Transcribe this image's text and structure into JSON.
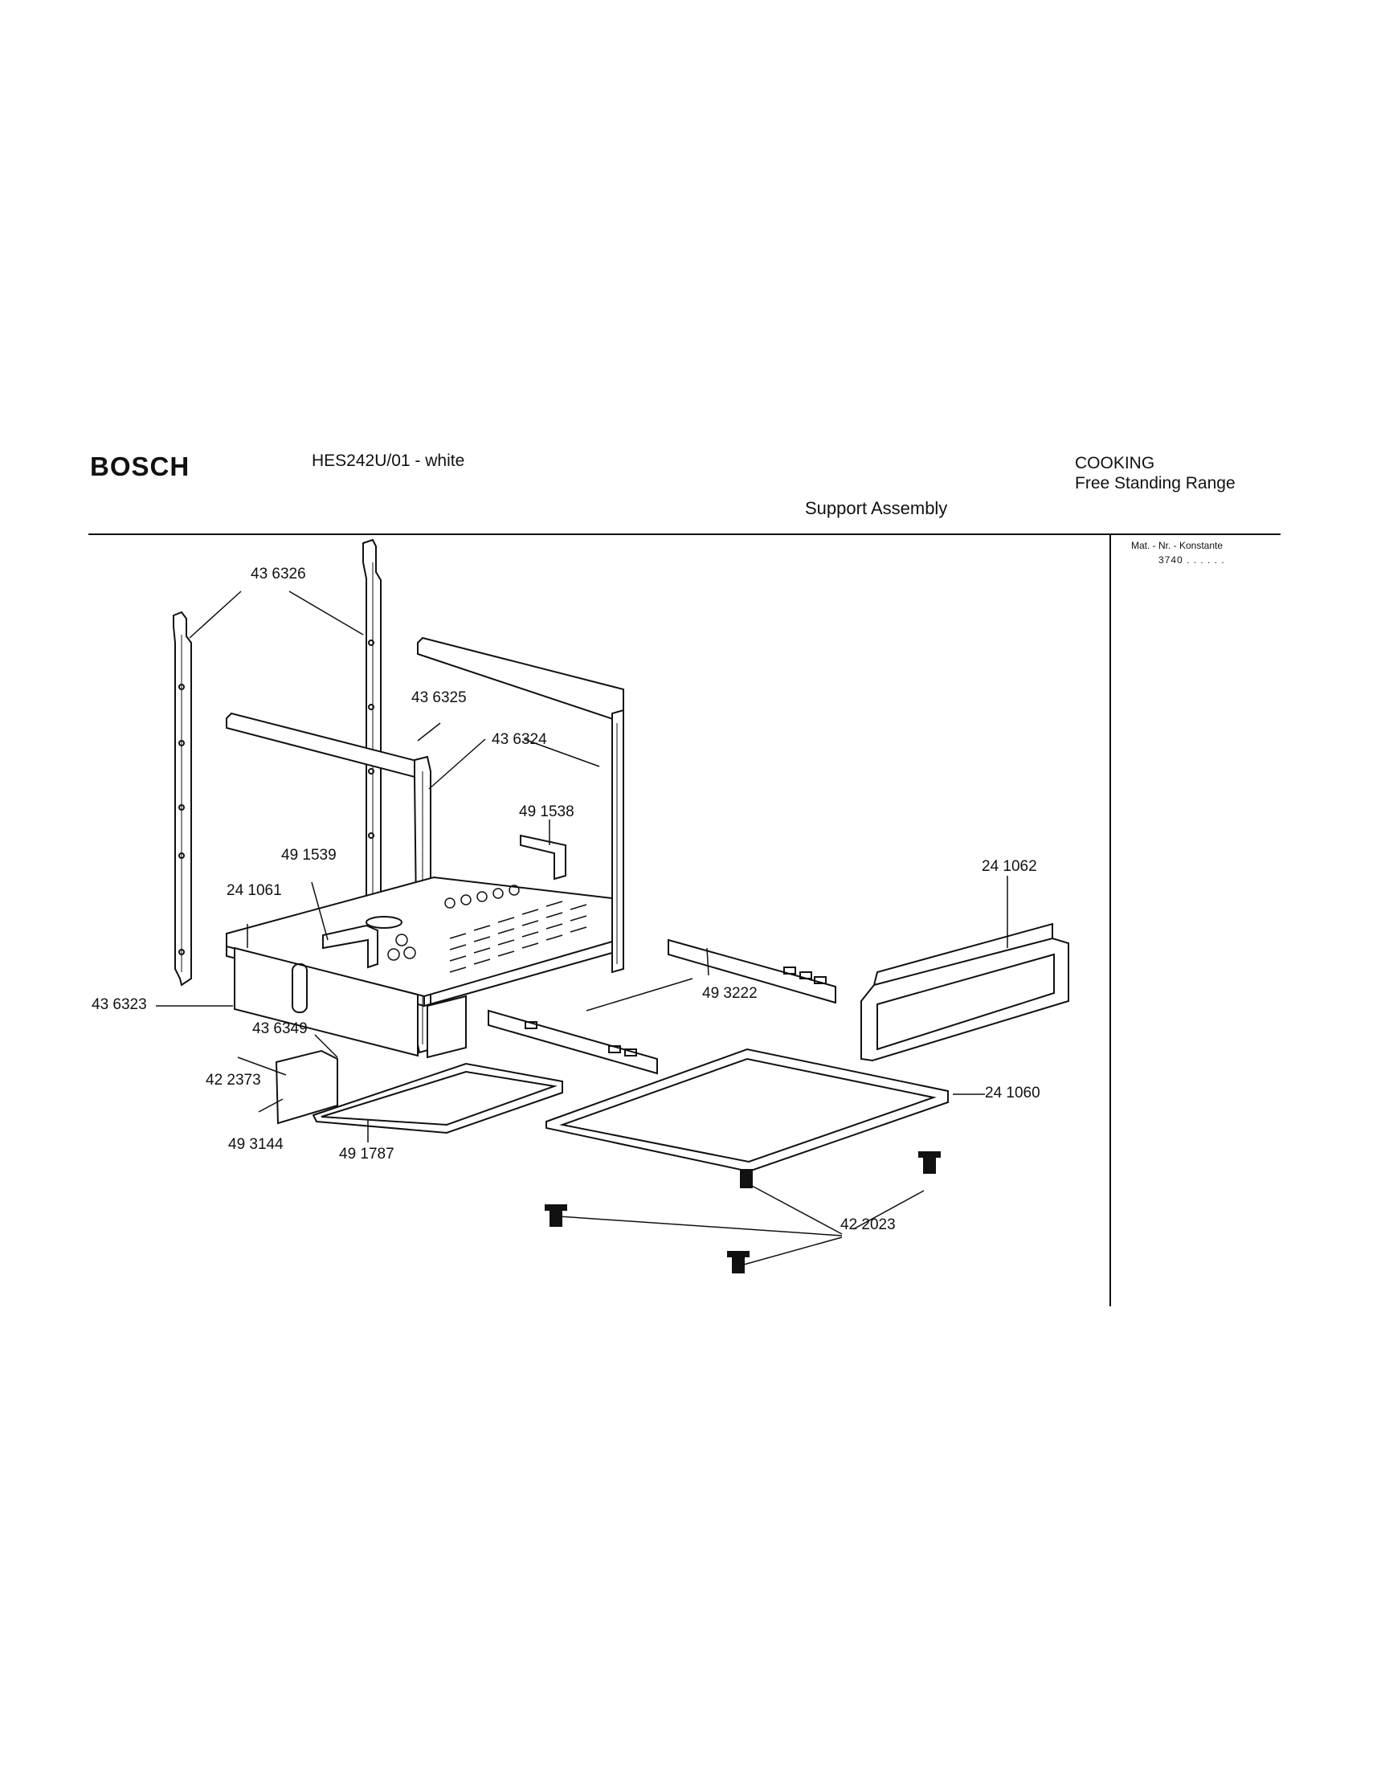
{
  "header": {
    "brand": "BOSCH",
    "model": "HES242U/01 - white",
    "category": "COOKING",
    "subcategory": "Free Standing Range",
    "title": "Support Assembly",
    "mat_nr_label": "Mat. - Nr. - Konstante",
    "mat_nr_value": "3740 . .   . . . ."
  },
  "parts": {
    "p436326": "43 6326",
    "p436325": "43 6325",
    "p436324": "43 6324",
    "p491538": "49 1538",
    "p491539": "49 1539",
    "p241061": "24 1061",
    "p241062": "24 1062",
    "p436323": "43 6323",
    "p493222": "49 3222",
    "p436349": "43 6349",
    "p422373": "42 2373",
    "p241060": "24 1060",
    "p493144": "49 3144",
    "p491787": "49 1787",
    "p422023": "42 2023"
  }
}
